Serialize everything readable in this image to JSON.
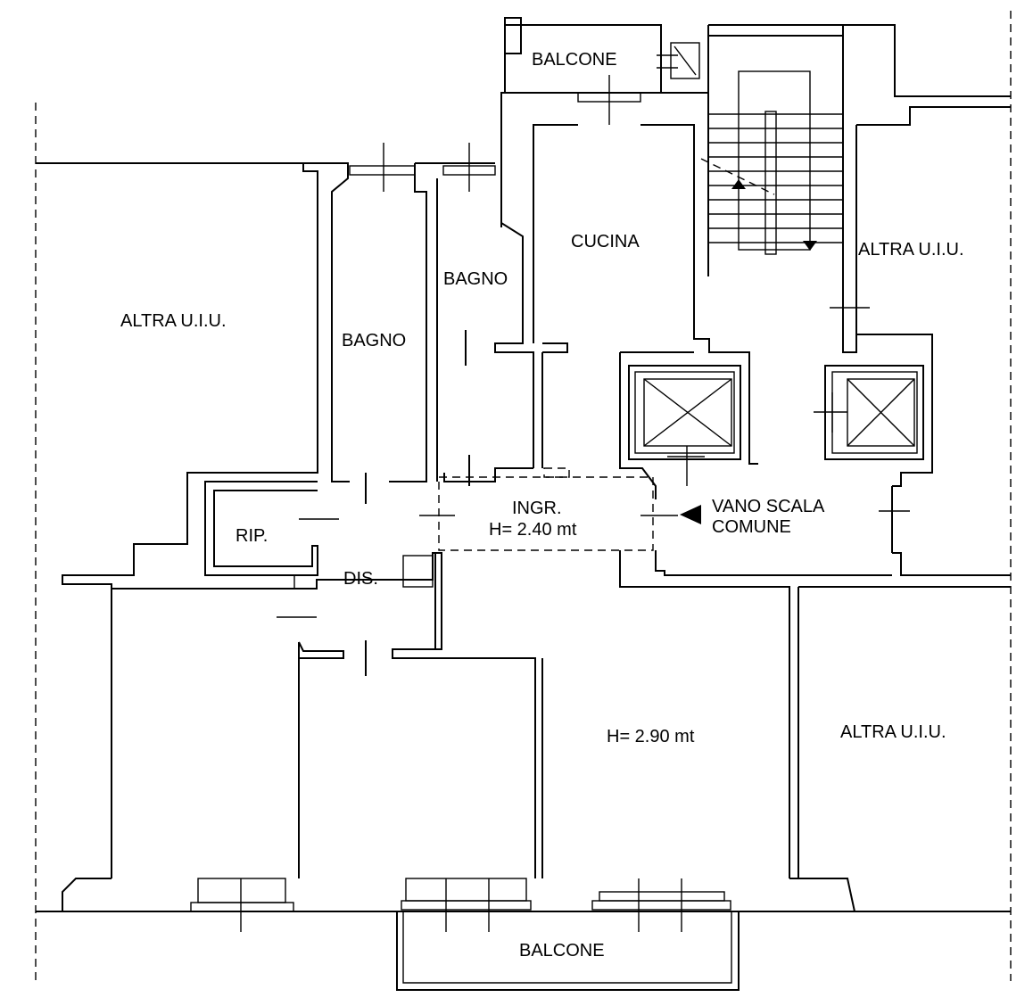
{
  "plan": {
    "labels": {
      "balcone_top": "BALCONE",
      "cucina": "CUCINA",
      "bagno_right": "BAGNO",
      "bagno_left": "BAGNO",
      "altra_left": "ALTRA U.I.U.",
      "altra_right_top": "ALTRA U.I.U.",
      "altra_right_bottom": "ALTRA U.I.U.",
      "rip": "RIP.",
      "dis": "DIS.",
      "ingr": "INGR.",
      "ingr_height": "H= 2.40 mt",
      "vano_line1": "VANO SCALA",
      "vano_line2": "COMUNE",
      "room_height": "H= 2.90 mt",
      "balcone_bottom": "BALCONE"
    },
    "colors": {
      "line": "#000000",
      "background": "#ffffff"
    },
    "symbols": [
      "elevator-icon",
      "elevator-icon",
      "entrance-arrow-icon",
      "stair-direction-arrow-icon"
    ]
  }
}
